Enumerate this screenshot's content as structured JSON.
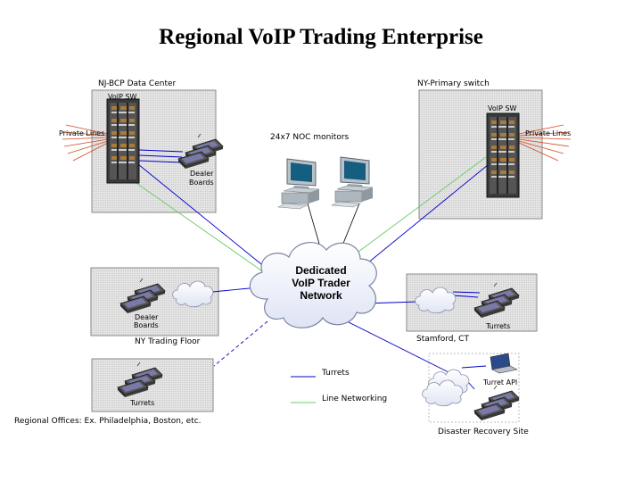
{
  "title": "Regional VoIP Trading Enterprise",
  "cloud_label_lines": [
    "Dedicated",
    "VoIP Trader",
    "Network"
  ],
  "noc_label": "24x7 NOC monitors",
  "sites": {
    "nj": {
      "name": "NJ-BCP Data Center",
      "switch": "VoIP SW",
      "lines": "Private Lines",
      "boards": [
        "Dealer",
        "Boards"
      ]
    },
    "ny_primary": {
      "name": "NY-Primary switch",
      "switch": "VoIP SW",
      "lines": "Private Lines"
    },
    "ny_floor": {
      "name": "NY Trading Floor",
      "boards": [
        "Dealer",
        "Boards"
      ]
    },
    "stamford": {
      "name": "Stamford, CT",
      "turrets": "Turrets"
    },
    "regional": {
      "name": "Regional Offices: Ex. Philadelphia, Boston, etc.",
      "turrets": "Turrets"
    },
    "dr": {
      "name": "Disaster Recovery Site",
      "api": "Turret API"
    }
  },
  "legend": [
    {
      "label": "Turrets",
      "color": "#0000cc"
    },
    {
      "label": "Line Networking",
      "color": "#66cc66"
    }
  ],
  "colors": {
    "box_fill": "#e4e4e4",
    "box_stroke": "#8a8a8a",
    "turret_line": "#0000cc",
    "line_networking": "#66cc66",
    "private_lines": "#d24a1e",
    "cloud_fill": "#f4f6ff"
  }
}
